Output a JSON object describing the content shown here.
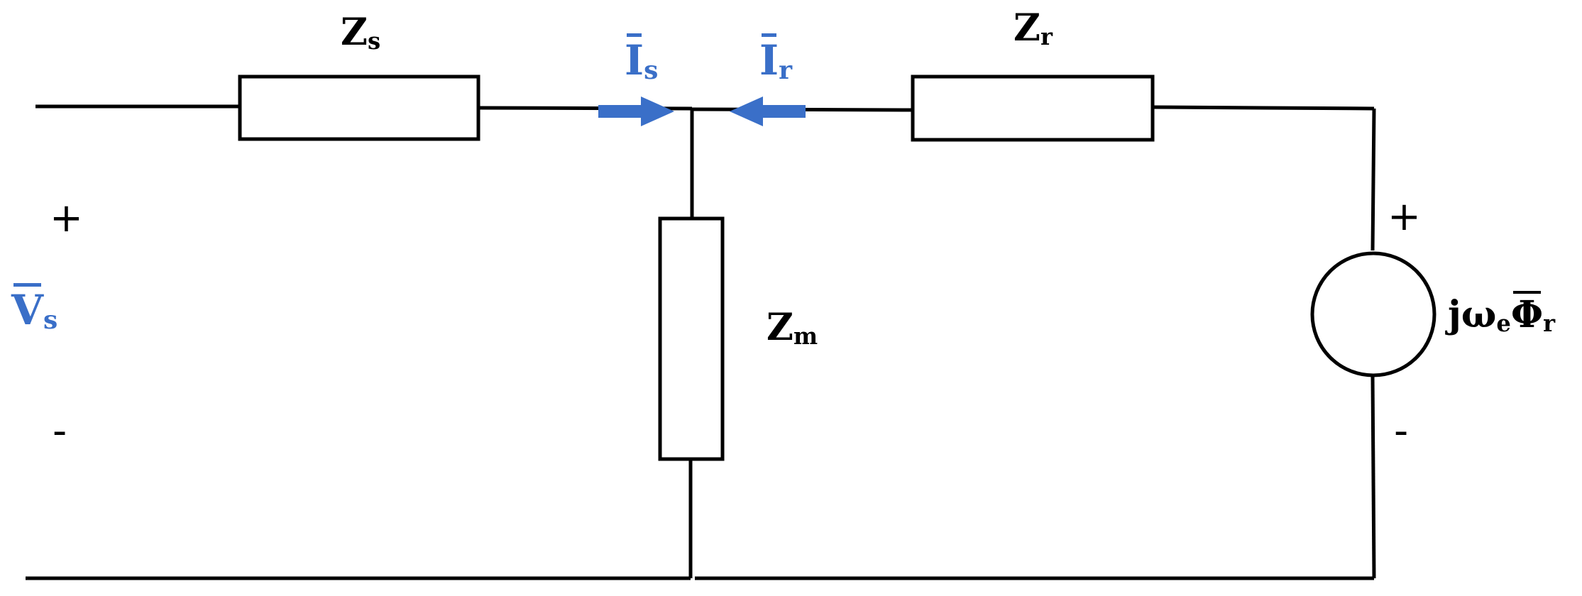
{
  "labels": {
    "zs_main": "Z",
    "zs_sub": "s",
    "zr_main": "Z",
    "zr_sub": "r",
    "zm_main": "Z",
    "zm_sub": "m",
    "is_main": "I",
    "is_sub": "s",
    "ir_main": "I",
    "ir_sub": "r",
    "vs_main": "V",
    "vs_sub": "s",
    "source_j": "j",
    "source_omega": "ω",
    "source_omega_sub": "e",
    "source_phi": "Φ",
    "source_phi_sub": "r"
  },
  "polarity": {
    "left_plus": "+",
    "left_minus": "-",
    "right_plus": "+",
    "right_minus": "-"
  },
  "colors": {
    "wire": "#000000",
    "current_arrow": "#3a6fc8",
    "blue_label": "#3a6fc8"
  }
}
